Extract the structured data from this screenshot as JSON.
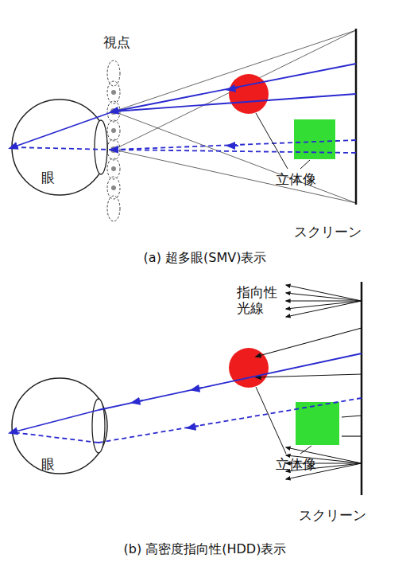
{
  "diagram": {
    "labels": [
      "視点",
      "眼",
      "立体像",
      "スクリーン",
      "(a) 超多眼(SMV)表示",
      "指向性 光線",
      "眼",
      "立体像",
      "スクリーン",
      "(b) 高密度指向性(HDD)表示"
    ]
  }
}
